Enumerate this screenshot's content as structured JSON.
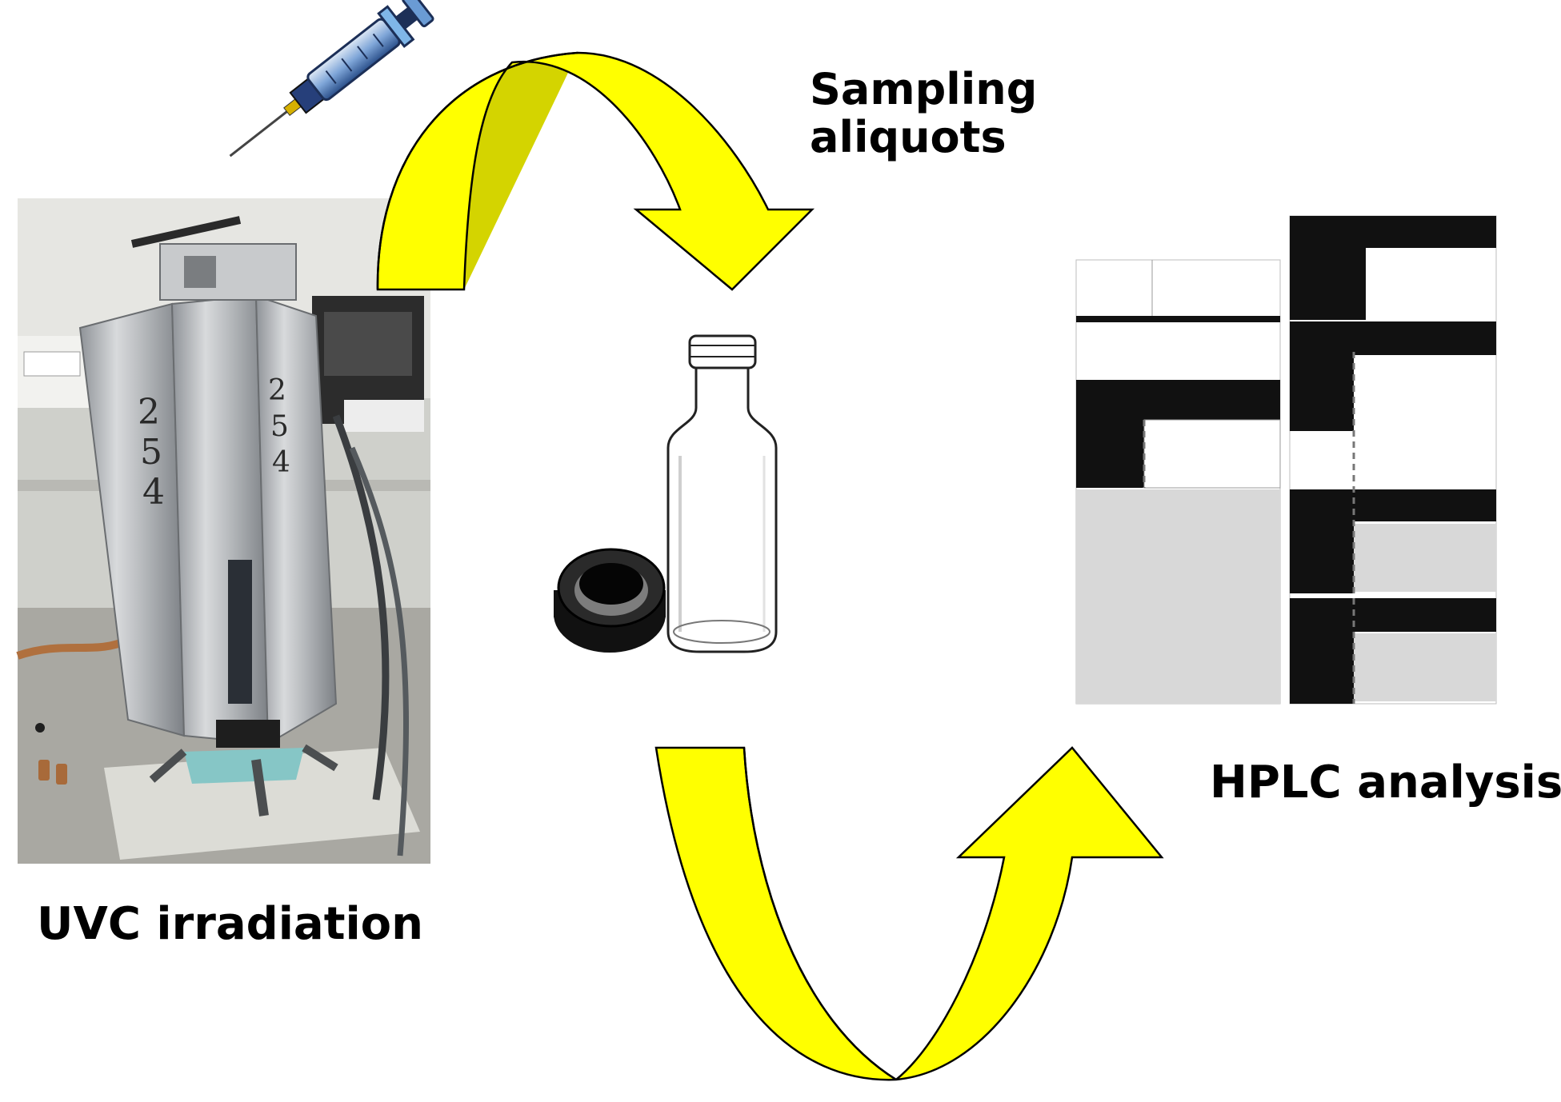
{
  "labels": {
    "uvc": "UVC irradiation",
    "sampling_line1": "Sampling",
    "sampling_line2": "aliquots",
    "hplc": "HPLC analysis"
  },
  "colors": {
    "arrow_fill": "#ffff00",
    "arrow_shade": "#d4d400",
    "arrow_stroke": "#000000",
    "text": "#000000",
    "background": "#ffffff"
  },
  "icons": [
    "syringe-icon",
    "vial-icon",
    "vial-cap-icon"
  ]
}
